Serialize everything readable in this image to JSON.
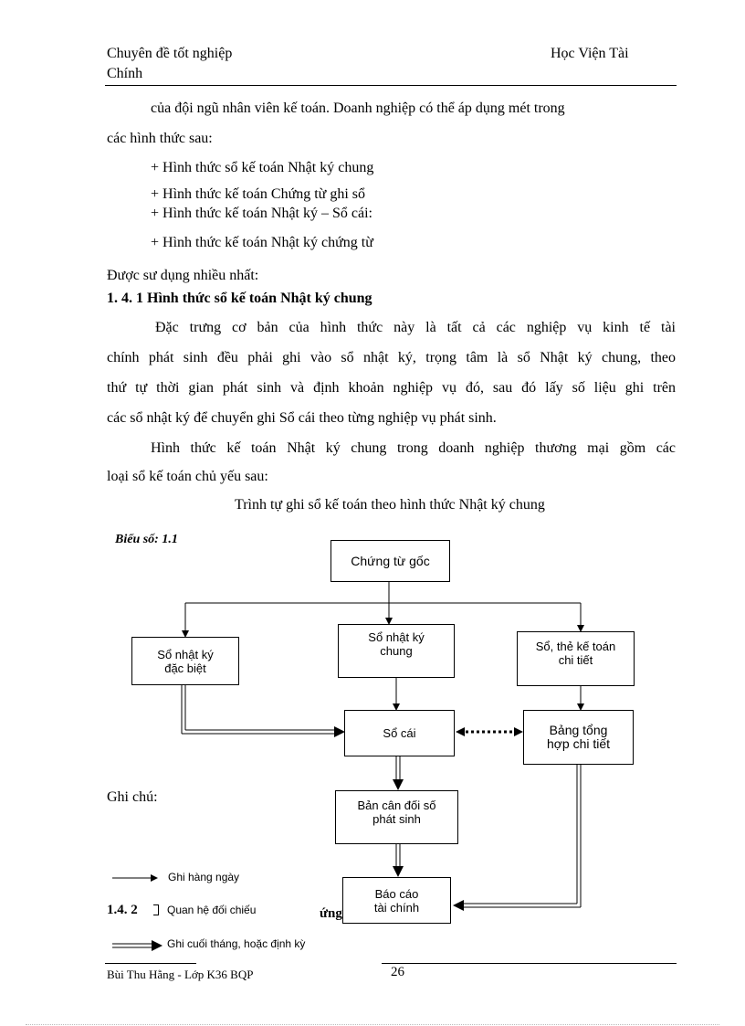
{
  "header": {
    "left_line1": "Chuyên đề tốt nghiệp",
    "left_line2": "Chính",
    "right": "Học Viện Tài"
  },
  "paragraphs": {
    "p1_line1": "của đội ngũ nhân viên kế toán. Doanh nghiệp có thể áp dụng mét trong",
    "p1_line2": "các hình thức sau:",
    "list": [
      "+ Hình thức sổ kế toán Nhật ký chung",
      "+ Hình thức kế toán Chứng từ ghi sổ",
      "+ Hình thức kế toán Nhật ký – Sổ cái:",
      "+ Hình thức kế toán Nhật ký chứng từ"
    ],
    "used_most": "Được sư dụng nhiều nhất:",
    "section_heading": "1. 4. 1 Hình thức sổ kế toán Nhật ký chung",
    "p2_lines": [
      "Đặc trưng cơ bản của hình thức này là tất cả các nghiệp vụ kinh tế tài",
      "chính phát sinh đều phải ghi vào sổ nhật ký, trọng tâm là sổ Nhật ký chung, theo",
      "thứ tự thời gian phát sinh và định khoản nghiệp vụ đó, sau đó lấy số liệu ghi trên",
      "các sổ nhật ký để chuyển ghi Sổ cái theo từng nghiệp vụ phát sinh."
    ],
    "p3_lines": [
      "Hình thức kế toán Nhật ký chung trong doanh nghiệp thương mại gồm các",
      "loại sổ kế toán chủ yếu sau:"
    ],
    "diagram_title": "Trình tự ghi sổ kế toán theo hình thức Nhật ký chung"
  },
  "diagram": {
    "label": "Biểu số: 1.1",
    "boxes": {
      "chung_tu_goc": "Chứng từ gốc",
      "so_nhat_ky_dac_biet": [
        "Sổ nhật ký",
        "đặc biệt"
      ],
      "so_nhat_ky_chung": [
        "Sổ nhật ký",
        "chung"
      ],
      "so_the_ke_toan_chi_tiet": [
        "Sổ, thẻ kế toán",
        "chi tiết"
      ],
      "so_cai": "Sổ cái",
      "bang_tong_hop_chi_tiet": [
        "Bảng tổng",
        "hợp chi tiết"
      ],
      "bang_can_doi": [
        "Bản cân đối số",
        "phát sinh"
      ],
      "bao_cao_tai_chinh": [
        "Báo cáo",
        "tài chính"
      ]
    },
    "notes_label": "Ghi chú:",
    "legend": {
      "daily": "Ghi hàng ngày",
      "compare": "Quan hệ đối chiếu",
      "periodic": "Ghi cuối tháng, hoặc định kỳ"
    },
    "overlap_number": "1.4. 2",
    "overlap_fragment": "ứng"
  },
  "footer": {
    "author": "Bùi Thu Hằng - Lớp K36 BQP",
    "page_number": "26"
  }
}
